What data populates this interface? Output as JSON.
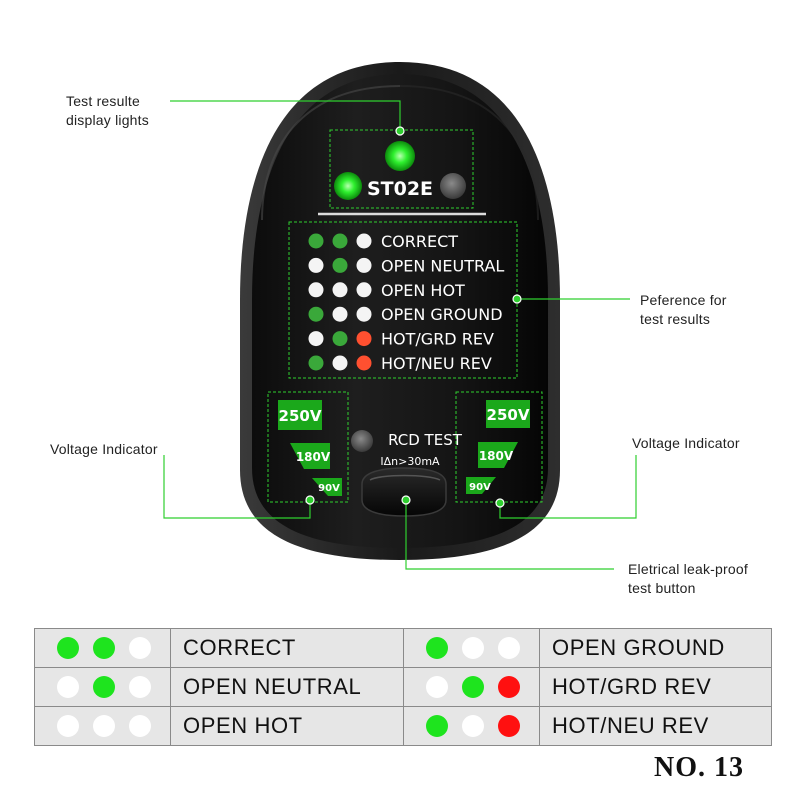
{
  "device": {
    "model": "ST02E",
    "rcd_label": "RCD TEST",
    "rcd_sublabel": "IΔn>30mA",
    "status_rows": [
      {
        "label": "CORRECT",
        "dots": [
          "green",
          "green",
          "white"
        ]
      },
      {
        "label": "OPEN NEUTRAL",
        "dots": [
          "white",
          "green",
          "white"
        ]
      },
      {
        "label": "OPEN HOT",
        "dots": [
          "white",
          "white",
          "white"
        ]
      },
      {
        "label": "OPEN GROUND",
        "dots": [
          "green",
          "white",
          "white"
        ]
      },
      {
        "label": "HOT/GRD REV",
        "dots": [
          "white",
          "green",
          "red"
        ]
      },
      {
        "label": "HOT/NEU REV",
        "dots": [
          "green",
          "white",
          "red"
        ]
      }
    ],
    "voltage_left": [
      "250V",
      "180V",
      "90V"
    ],
    "voltage_right": [
      "250V",
      "180V",
      "90V"
    ]
  },
  "callouts": {
    "display_lights": [
      "Test resulte",
      "display lights"
    ],
    "reference": [
      "Peference for",
      "test results"
    ],
    "voltage_left": "Voltage Indicator",
    "voltage_right": "Voltage Indicator",
    "button": [
      "Eletrical leak-proof",
      "test button"
    ]
  },
  "table": {
    "rows": [
      {
        "left": {
          "dots": [
            "green",
            "green",
            "white"
          ],
          "label": "CORRECT"
        },
        "right": {
          "dots": [
            "green",
            "white",
            "white"
          ],
          "label": "OPEN GROUND"
        }
      },
      {
        "left": {
          "dots": [
            "white",
            "green",
            "white"
          ],
          "label": "OPEN NEUTRAL"
        },
        "right": {
          "dots": [
            "white",
            "green",
            "red"
          ],
          "label": "HOT/GRD REV"
        }
      },
      {
        "left": {
          "dots": [
            "white",
            "white",
            "white"
          ],
          "label": "OPEN HOT"
        },
        "right": {
          "dots": [
            "green",
            "white",
            "red"
          ],
          "label": "HOT/NEU REV"
        }
      }
    ]
  },
  "page_number": "NO. 13",
  "colors": {
    "led_green": "#1ee41e",
    "led_white": "#ffffff",
    "led_red": "#ff1010",
    "callout_line": "#2fcf2f",
    "device_body": "#151515"
  }
}
